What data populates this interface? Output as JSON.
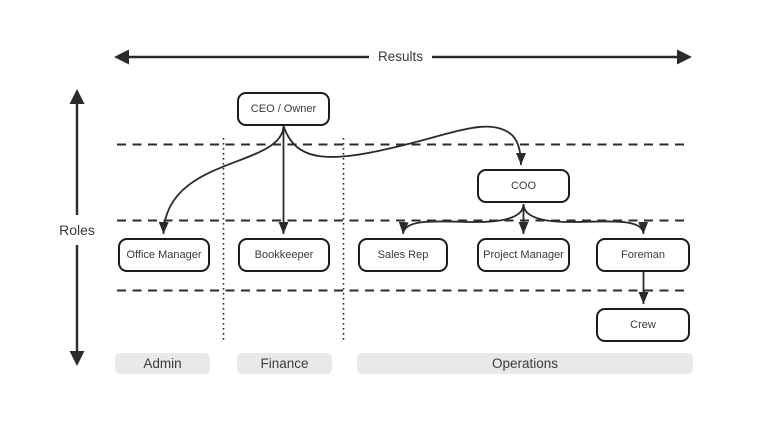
{
  "axes": {
    "results_label": "Results",
    "roles_label": "Roles"
  },
  "nodes": {
    "ceo": "CEO / Owner",
    "coo": "COO",
    "office_manager": "Office Manager",
    "bookkeeper": "Bookkeeper",
    "sales_rep": "Sales Rep",
    "project_manager": "Project Manager",
    "foreman": "Foreman",
    "crew": "Crew"
  },
  "departments": {
    "admin": "Admin",
    "finance": "Finance",
    "operations": "Operations"
  },
  "edges": [
    {
      "from": "CEO / Owner",
      "to": "Office Manager"
    },
    {
      "from": "CEO / Owner",
      "to": "Bookkeeper"
    },
    {
      "from": "CEO / Owner",
      "to": "COO"
    },
    {
      "from": "COO",
      "to": "Sales Rep"
    },
    {
      "from": "COO",
      "to": "Project Manager"
    },
    {
      "from": "COO",
      "to": "Foreman"
    },
    {
      "from": "Foreman",
      "to": "Crew"
    }
  ],
  "colors": {
    "line": "#2b2b2b",
    "box_border": "#1c1c1c",
    "box_fill": "#ffffff",
    "text": "#3a3a3a",
    "pill_bg": "#e9e9e9",
    "background": "#ffffff"
  }
}
